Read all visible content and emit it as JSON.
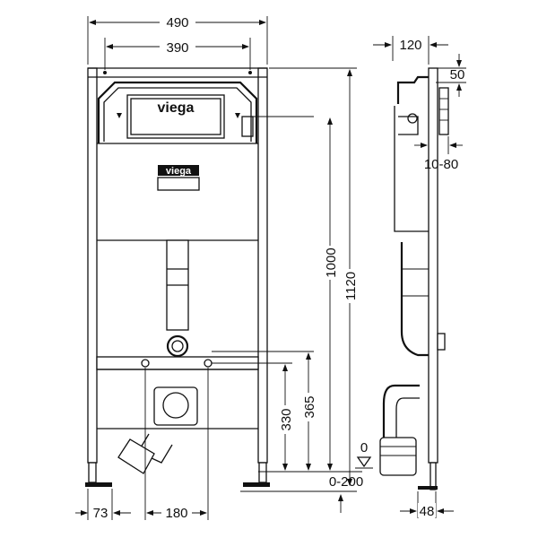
{
  "brand": {
    "logo_text": "viega"
  },
  "front_view": {
    "dims": {
      "overall_width": "490",
      "mount_width": "390",
      "height_1000": "1000",
      "height_1120": "1120",
      "height_365": "365",
      "height_330": "330",
      "offset_73": "73",
      "spacing_180": "180"
    }
  },
  "side_view": {
    "dims": {
      "depth_120": "120",
      "dim_50": "50",
      "wall_10_80": "10-80",
      "floor_0_200": "0-200",
      "floor_zero": "0",
      "depth_48": "48"
    }
  }
}
